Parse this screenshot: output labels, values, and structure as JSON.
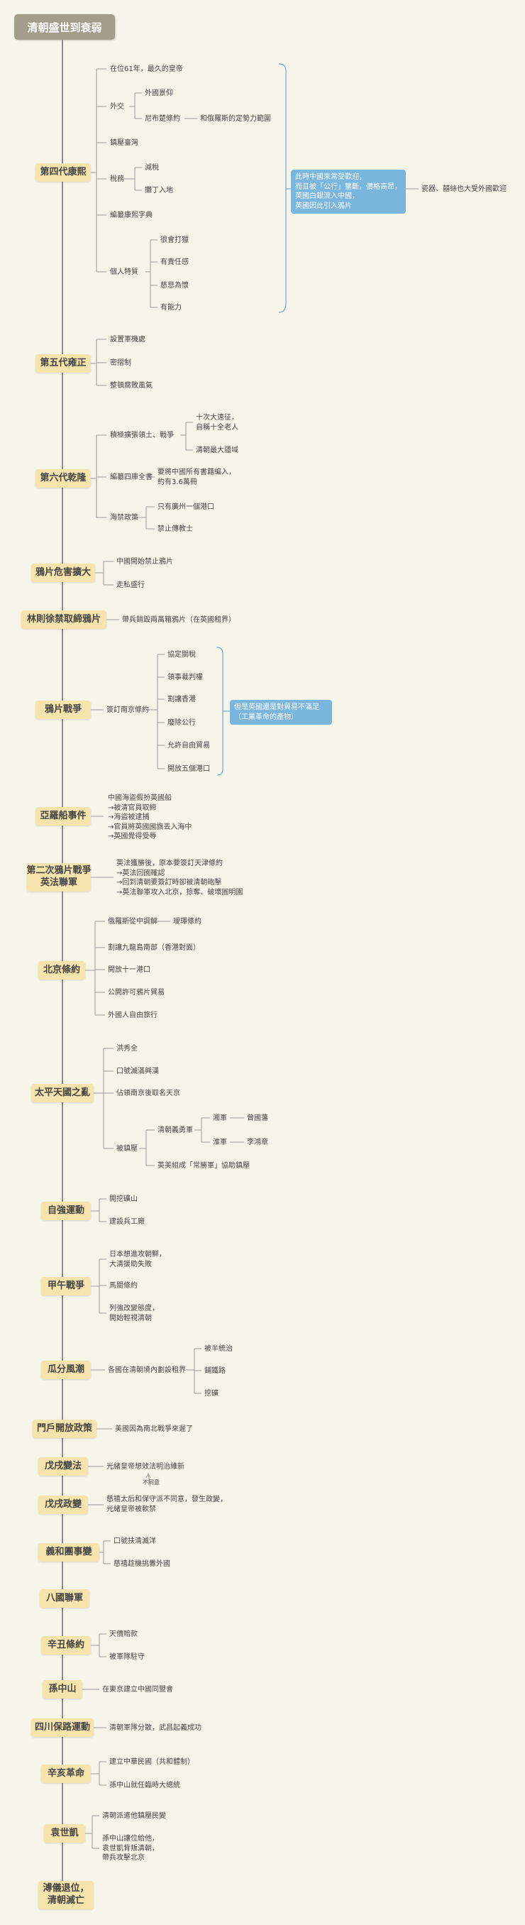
{
  "title": "清朝盛世到衰弱",
  "kangxi": {
    "title": "第四代康熙",
    "reign": "在位61年，最久的皇帝",
    "diplomacy": "外交",
    "d1": "外國景仰",
    "d2": "尼布楚條約",
    "d2a": "和俄羅斯的定勢力範圍",
    "taiwan": "鎮壓臺灣",
    "tax": "稅務",
    "tax1": "減稅",
    "tax2": "攤丁入地",
    "dict": "編纂康熙字典",
    "traits": "個人特質",
    "tr1": "很會打獵",
    "tr2": "有責任感",
    "tr3": "慈悲為懷",
    "tr4": "有能力",
    "callout": [
      "此時中國來常受歡迎，",
      "而且被「公行」壟斷，價格高昂，",
      "英國白銀流入中國，",
      "英國因此引入鴉片"
    ],
    "trade": "瓷器、囍絲也大受外國歡迎"
  },
  "yongzheng": {
    "title": "第五代雍正",
    "i1": "設置軍機處",
    "i2": "密摺制",
    "i3": "整頓腐敗風氣"
  },
  "qianlong": {
    "title": "第六代乾隆",
    "war": "積極擴張領土、戰爭",
    "w1": [
      "十次大遠征，",
      "自稱十全老人"
    ],
    "w2": "清朝最大疆域",
    "siku": "編纂四庫全書",
    "siku1": [
      "要將中國所有書籍編入，",
      "約有3.6萬冊"
    ],
    "haijin": "海禁政策",
    "h1": "只有廣州一個港口",
    "h2": "禁止傳教士"
  },
  "opium_harm": {
    "title": "鴉片危害擴大",
    "i1": "中國開始禁止鴉片",
    "i2": "走私盛行"
  },
  "linzexu": {
    "title": "林則徐禁取締鴉片",
    "i1": "帶兵銷毀兩萬箱鴉片（在英國租界）"
  },
  "opium_war": {
    "title": "鴉片戰爭",
    "treaty": "簽訂南京條約",
    "i1": "協定關稅",
    "i2": "領事裁判權",
    "i3": "割讓香港",
    "i4": "廢除公行",
    "i5": "允許自由貿易",
    "i6": "開放五個港口",
    "callout": [
      "但是英國還是對貿易不滿足",
      "（工業革命的產物）"
    ]
  },
  "arrow": {
    "title": "亞羅船事件",
    "text": [
      "中國海盜假扮英國船",
      "→被清官員取締",
      "→海盜被逮捕",
      "→官員將英國國旗丟入海中",
      "→英國覺得受辱"
    ]
  },
  "second_war": {
    "title": [
      "第二次鴉片戰爭",
      "英法聯軍"
    ],
    "text": [
      "英法獲勝後，原本要簽訂天津條約",
      "→英法回國確認",
      "→回到清朝要簽訂時卻被清朝砲擊",
      "→英法聯軍攻入北京，掠奪、破壞圓明園"
    ]
  },
  "beijing": {
    "title": "北京條約",
    "i1": "俄羅斯從中調解",
    "i1a": "璦琿條約",
    "i2": "割讓九龍島南部（香港對面）",
    "i3": "開放十一港口",
    "i4": "公開許可鴉片貿易",
    "i5": "外國人自由旅行"
  },
  "taiping": {
    "title": "太平天國之亂",
    "i1": "洪秀全",
    "i2": "口號滅滿興漢",
    "i3": "佔領南京後取名天京",
    "i4": "被鎮壓",
    "i4a": "清朝義勇軍",
    "i4a1": "湘軍",
    "i4a1a": "曾國藩",
    "i4a2": "淮軍",
    "i4a2a": "李鴻章",
    "i4b": "英美組成「常勝軍」協助鎮壓"
  },
  "selfstrength": {
    "title": "自強運動",
    "i1": "開挖礦山",
    "i2": "建設兵工廠"
  },
  "jiawu": {
    "title": "甲午戰爭",
    "i1": [
      "日本想進攻朝鮮，",
      "大清援助失敗"
    ],
    "i2": "馬關條約",
    "i3": [
      "列強改變態度，",
      "開始輕視清朝"
    ]
  },
  "guafen": {
    "title": "瓜分風潮",
    "i1": "各國在清朝境內劃設租界",
    "i1a": "被半統治",
    "i1b": "鋪鐵路",
    "i1c": "挖礦"
  },
  "opendoor": {
    "title": "門戶開放政策",
    "i1": "美國因為南北戰爭來遲了"
  },
  "wuxu_reform": {
    "title": "戊戌變法",
    "i1": "光緒皇帝想效法明治維新",
    "note": "不同意"
  },
  "wuxu_coup": {
    "title": "戊戌政變",
    "i1": [
      "慈禧太后和保守派不同意，發生政變，",
      "光緒皇帝被軟禁"
    ]
  },
  "boxer": {
    "title": "義和團事變",
    "i1": "口號扶清滅洋",
    "i2": "慈禧趁機挑釁外國"
  },
  "eight_nation": {
    "title": "八國聯軍"
  },
  "xinchou": {
    "title": "辛丑條約",
    "i1": "天價賠款",
    "i2": "被軍隊駐守"
  },
  "sun": {
    "title": "孫中山",
    "i1": "在東京建立中國同盟會"
  },
  "railway": {
    "title": "四川保路運動",
    "i1": "清朝軍隊分散，武昌起義成功"
  },
  "xinhai": {
    "title": "辛亥革命",
    "i1": "建立中華民國（共和體制）",
    "i2": "孫中山就任臨時大總統"
  },
  "yuan": {
    "title": "袁世凱",
    "i1": "清朝派遣他鎮壓民變",
    "i2": [
      "孫中山讓位給他，",
      "袁世凱背叛清朝，",
      "帶兵攻擊北京"
    ]
  },
  "end": {
    "title": [
      "溥儀退位，",
      "清朝滅亡"
    ]
  }
}
